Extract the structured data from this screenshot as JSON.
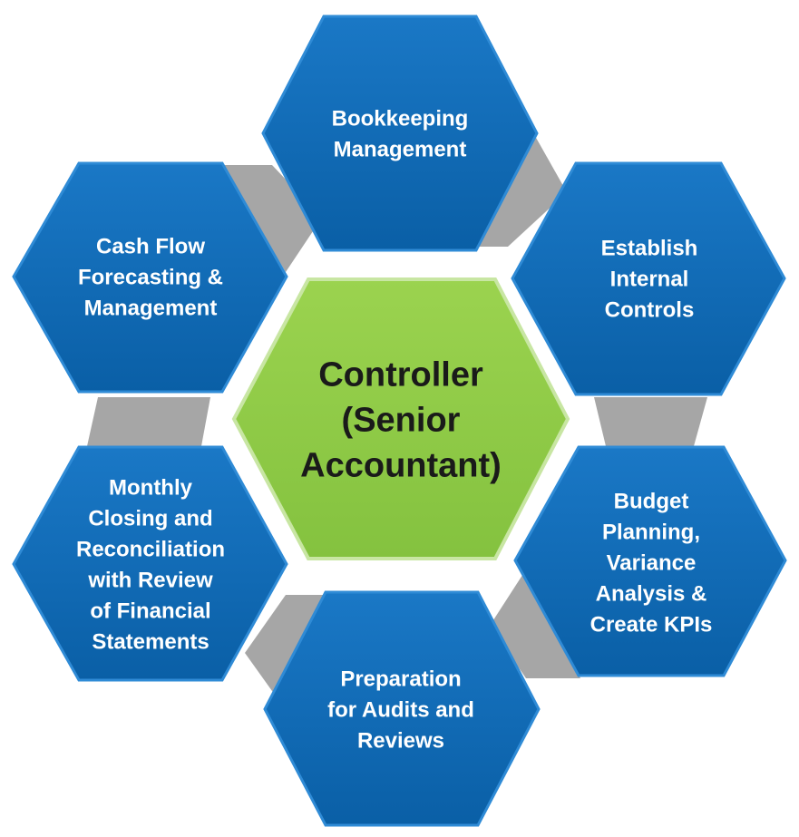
{
  "center": {
    "lines": [
      "Controller",
      "(Senior",
      "Accountant)"
    ],
    "fill": "#8dcc47",
    "text_color": "#1a1a1a"
  },
  "outer": [
    {
      "id": "bookkeeping",
      "lines": [
        "Bookkeeping",
        "Management"
      ]
    },
    {
      "id": "internal-controls",
      "lines": [
        "Establish",
        "Internal",
        "Controls"
      ]
    },
    {
      "id": "budget",
      "lines": [
        "Budget",
        "Planning,",
        "Variance",
        "Analysis &",
        "Create KPIs"
      ]
    },
    {
      "id": "audits",
      "lines": [
        "Preparation",
        "for Audits and",
        "Reviews"
      ]
    },
    {
      "id": "closing",
      "lines": [
        "Monthly",
        "Closing and",
        "Reconciliation",
        "with Review",
        "of Financial",
        "Statements"
      ]
    },
    {
      "id": "cash-flow",
      "lines": [
        "Cash Flow",
        "Forecasting &",
        "Management"
      ]
    }
  ],
  "colors": {
    "hex_blue": "#0c6ab8",
    "hex_blue_dark": "#0a5a9c",
    "hex_edge": "#2f8bd6",
    "connector": "#a6a6a6",
    "outer_text": "#ffffff"
  }
}
